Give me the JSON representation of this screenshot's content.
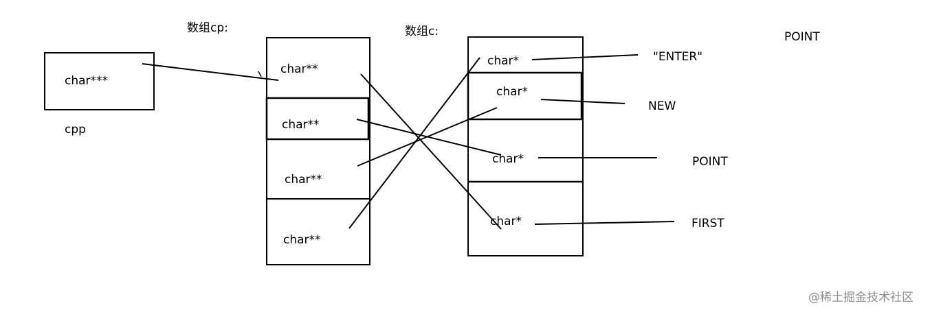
{
  "title_label": "POINT",
  "single_pointer": {
    "cell_label": "char***",
    "var_label": "cpp"
  },
  "array_cp": {
    "caption": "数组cp:",
    "cells": [
      "char**",
      "char**",
      "char**",
      "char**"
    ]
  },
  "array_c": {
    "caption": "数组c:",
    "cells": [
      "char*",
      "char*",
      "char*",
      "char*"
    ]
  },
  "strings": [
    "\"ENTER\"",
    "NEW",
    "POINT",
    "FIRST"
  ],
  "watermark": "@稀土掘金技术社区"
}
